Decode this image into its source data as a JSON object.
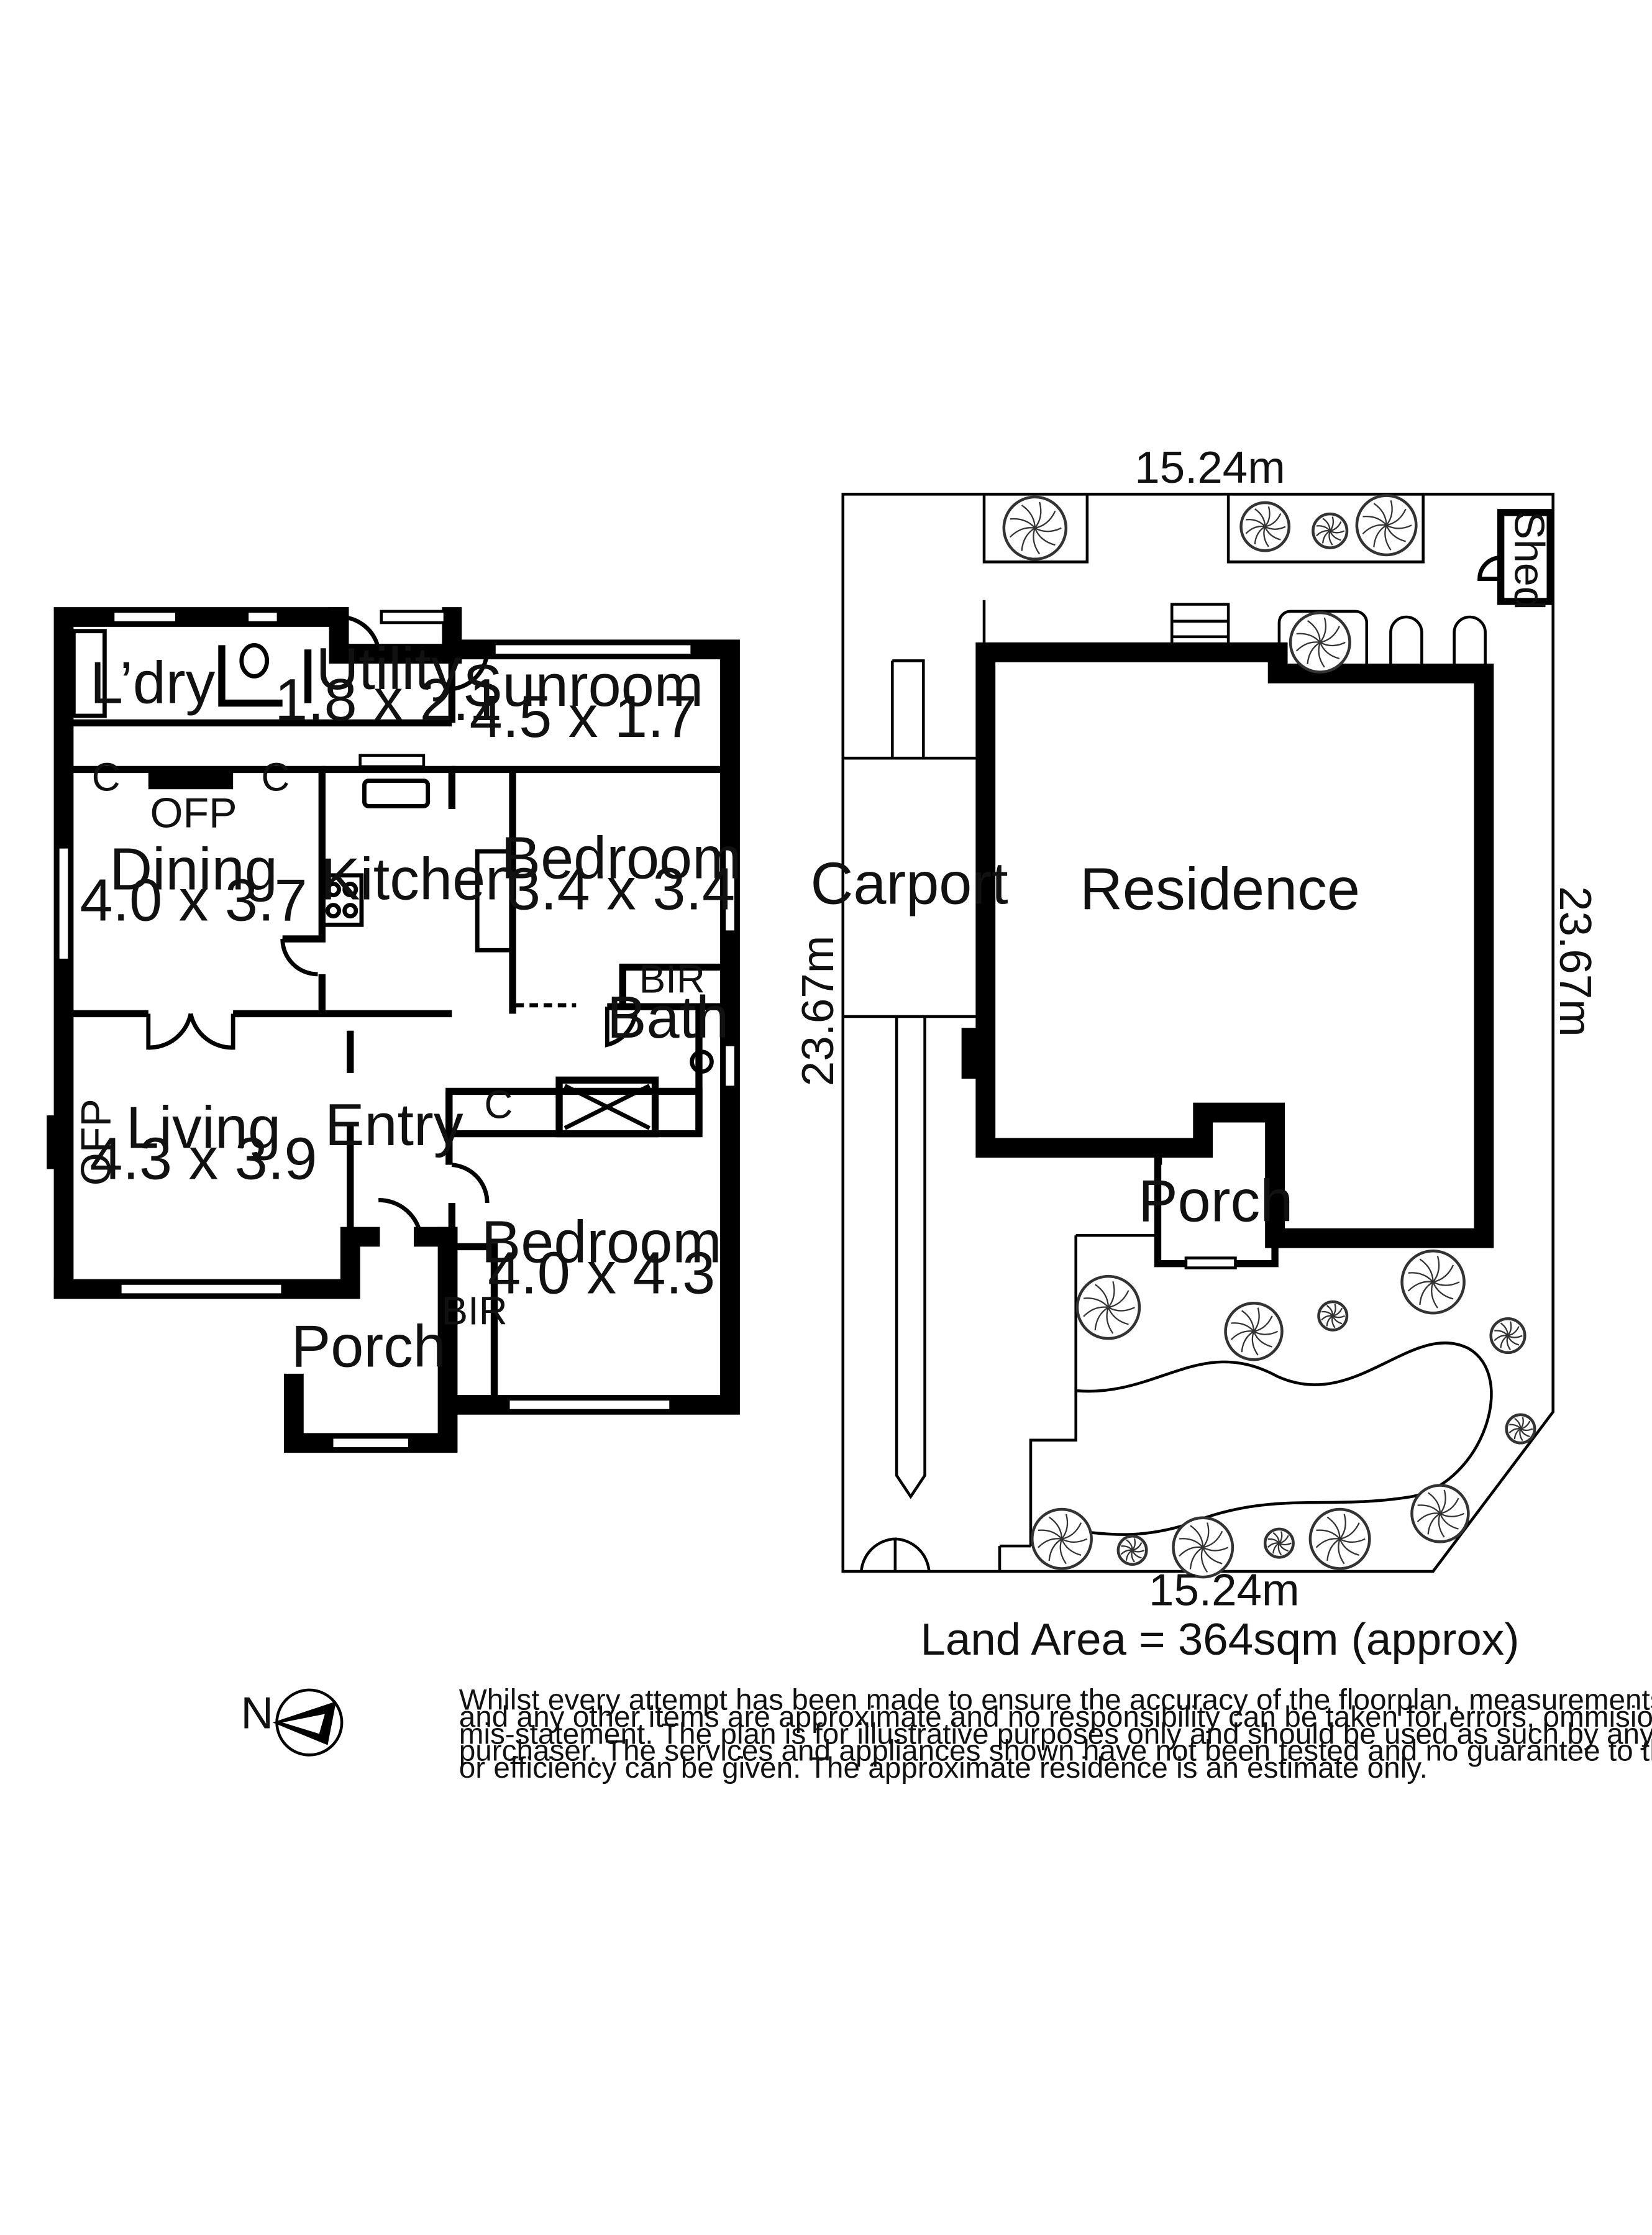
{
  "floorplan": {
    "rooms": {
      "ldry": {
        "name": "L’dry"
      },
      "utility": {
        "name": "Utility",
        "size": "1.8 x 2.1"
      },
      "sunroom": {
        "name": "Sunroom",
        "size": "4.5 x 1.7"
      },
      "dining": {
        "name": "Dining",
        "size": "4.0 x 3.7"
      },
      "kitchen": {
        "name": "Kitchen"
      },
      "bedroom1": {
        "name": "Bedroom",
        "size": "3.4 x 3.4"
      },
      "bath": {
        "name": "Bath"
      },
      "living": {
        "name": "Living",
        "size": "4.3 x 3.9"
      },
      "entry": {
        "name": "Entry"
      },
      "bedroom2": {
        "name": "Bedroom",
        "size": "4.0 x 4.3"
      },
      "porch": {
        "name": "Porch"
      }
    },
    "labels": {
      "ofp": "OFP",
      "cupboard": "C",
      "bir": "BIR"
    }
  },
  "siteplan": {
    "top_dim": "15.24m",
    "bottom_dim": "15.24m",
    "left_dim": "23.67m",
    "right_dim": "23.67m",
    "carport": "Carport",
    "residence": "Residence",
    "porch": "Porch",
    "shed": "Shed",
    "land_area": "Land Area = 364sqm (approx)"
  },
  "compass": {
    "label": "N"
  },
  "disclaimer": [
    "Whilst every attempt has been made to ensure the accuracy of the floorplan, measurements of doors, windows",
    "and any other items are approximate and no responsibility can be taken for errors, ommision or",
    "mis-statement. The plan is for illustrative purposes only and should be used as such by any prospective",
    "purchaser. The services and appliances shown have not been tested and no guarantee to their operability",
    "or efficiency can be given. The approximate residence is an estimate only."
  ]
}
